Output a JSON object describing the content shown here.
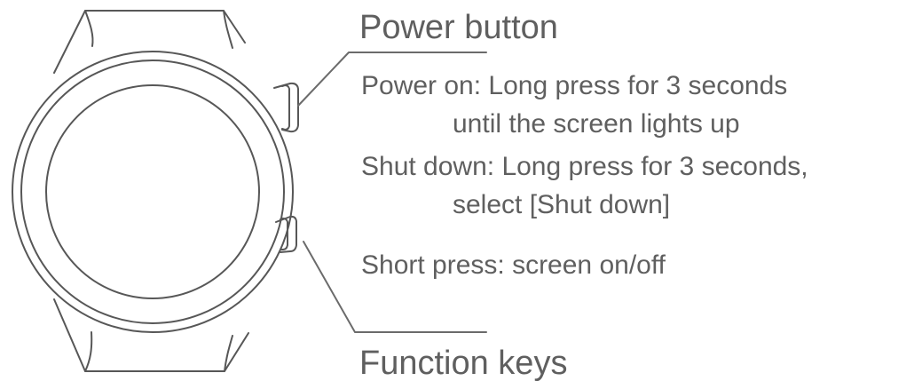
{
  "colors": {
    "outline": "#575757",
    "leader": "#6b6b6b",
    "text": "#5f5f5f",
    "background": "#ffffff"
  },
  "power_button": {
    "title": "Power button",
    "power_on_line1": "Power on: Long press for 3 seconds",
    "power_on_line2": "until the screen lights up",
    "shut_down_line1": "Shut down: Long press for 3 seconds,",
    "shut_down_line2": "select [Shut down]"
  },
  "function_keys": {
    "title": "Function keys",
    "short_press": "Short press: screen on/off"
  }
}
